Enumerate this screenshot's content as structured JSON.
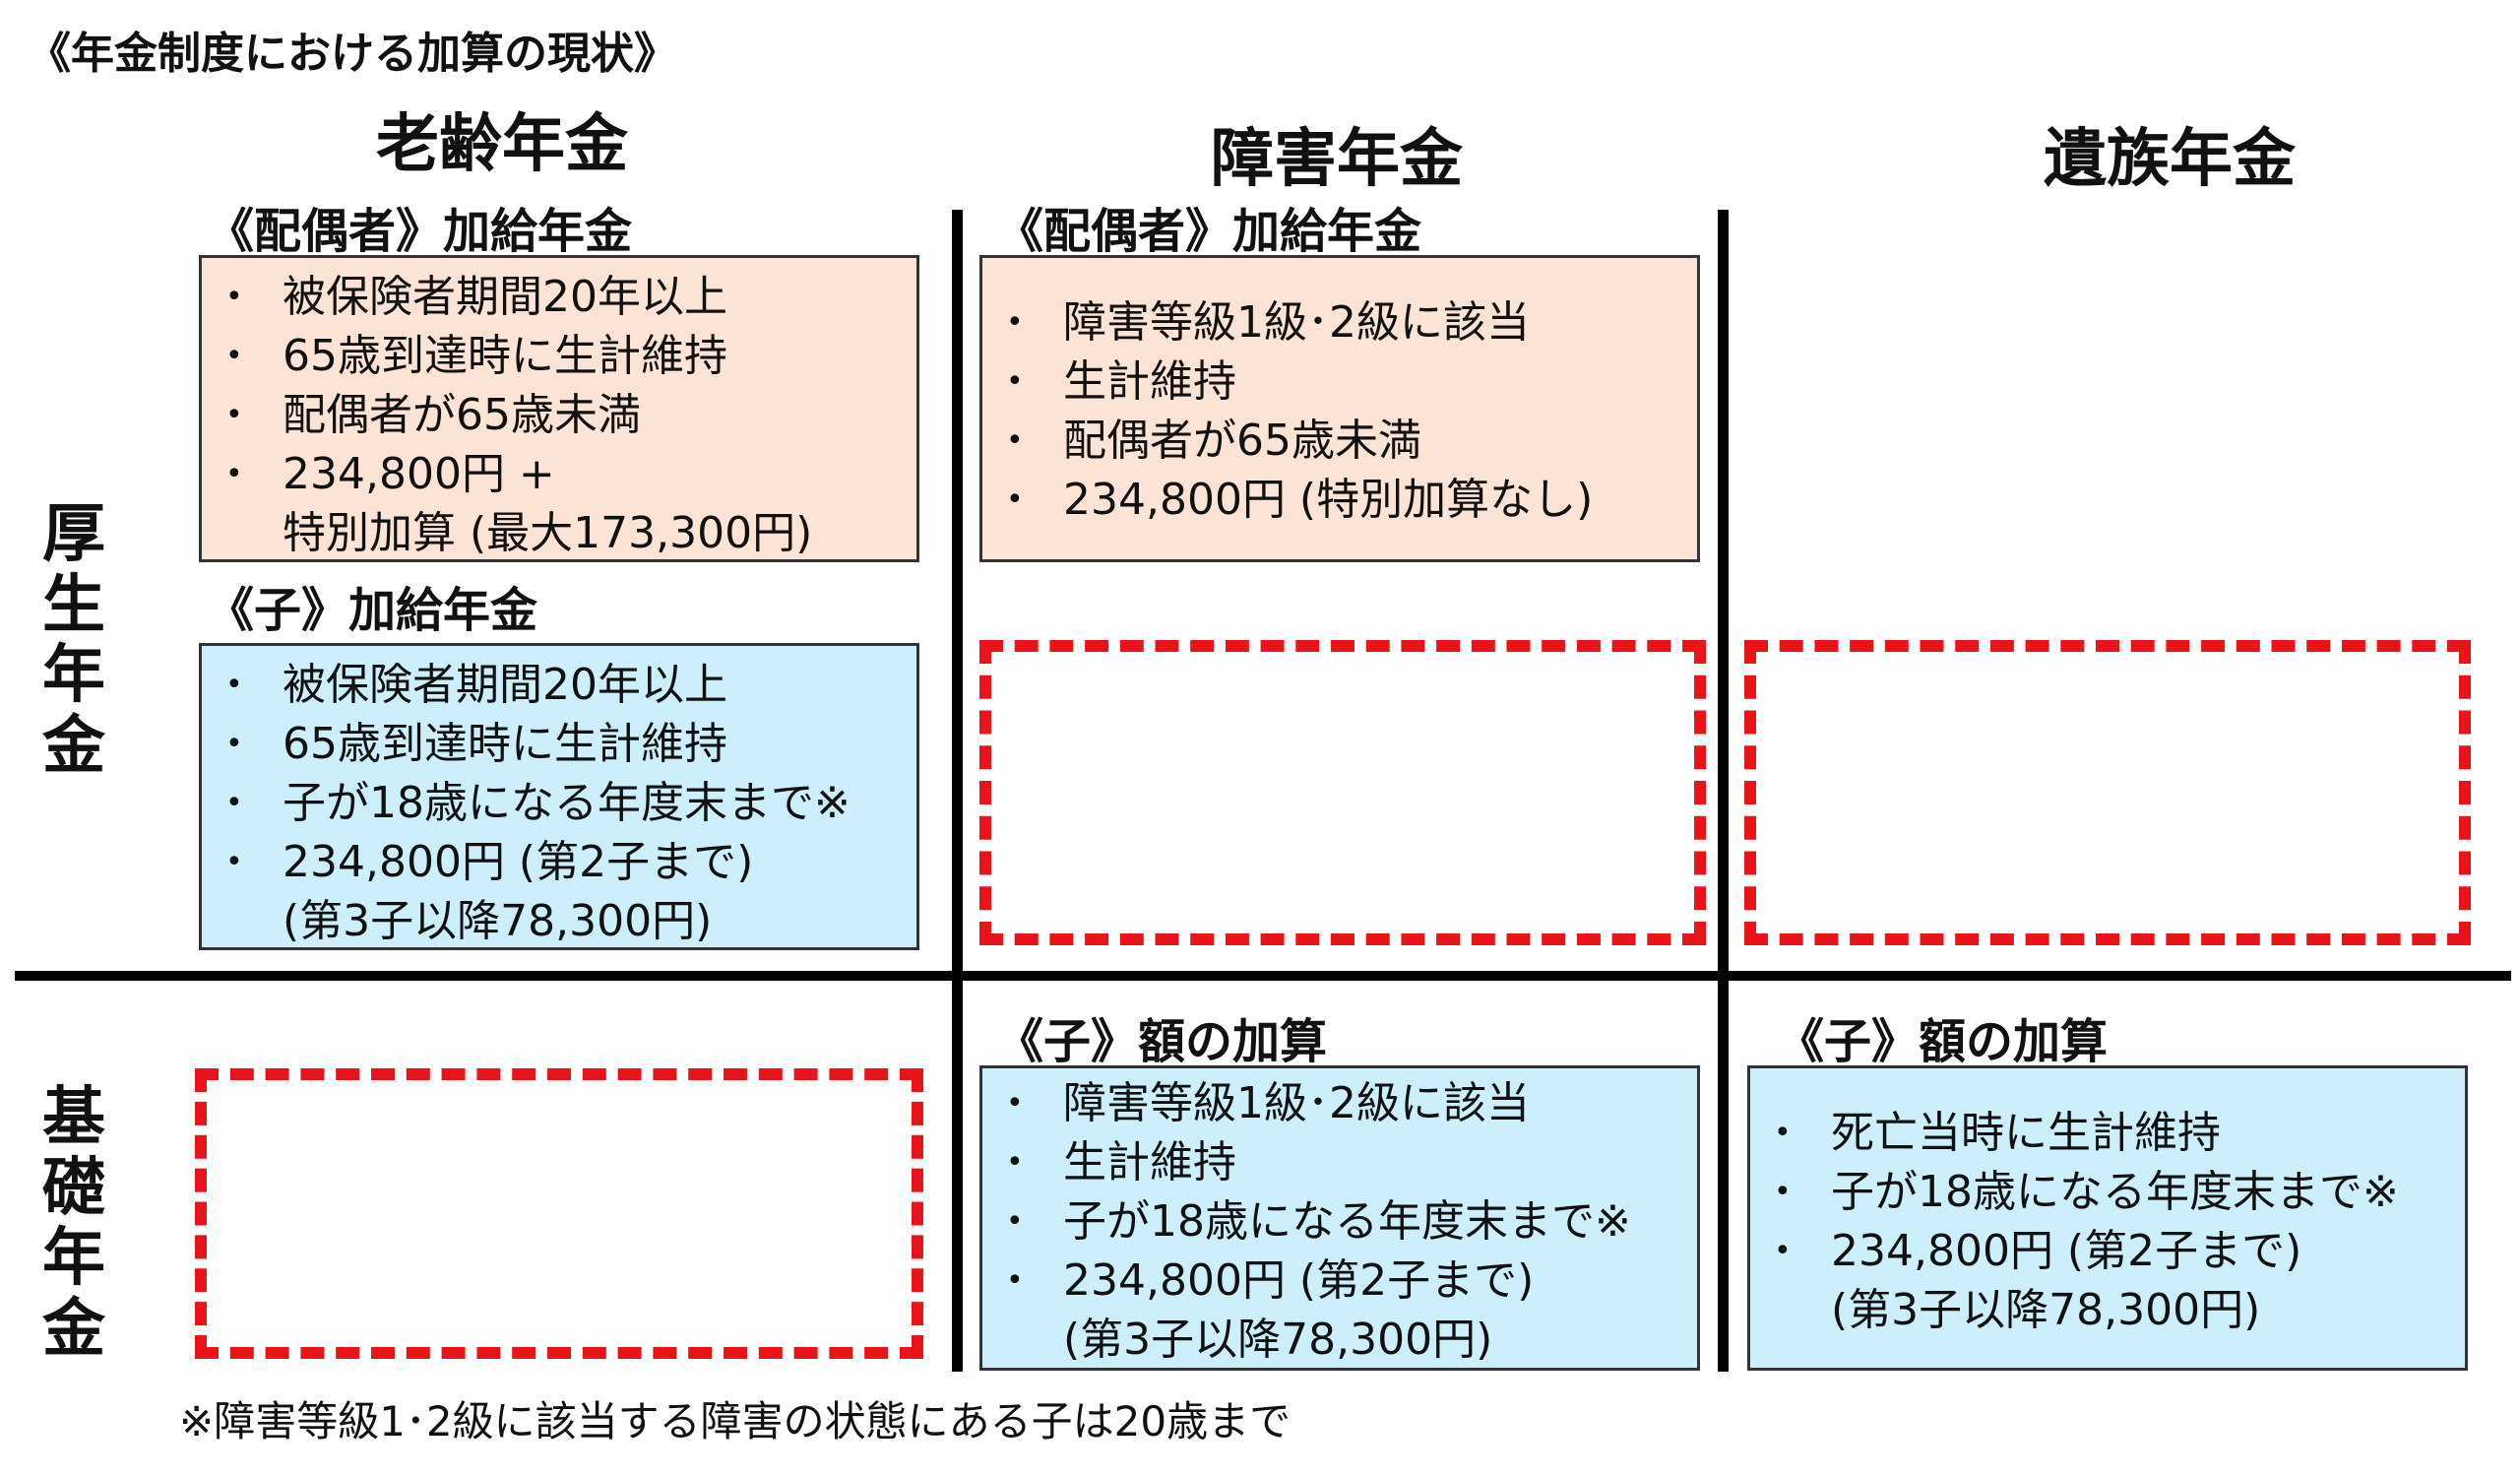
{
  "title": "《年金制度における加算の現状》",
  "columns": [
    "老齢年金",
    "障害年金",
    "遺族年金"
  ],
  "rows": {
    "kosei": [
      "厚",
      "生",
      "年",
      "金"
    ],
    "kiso": [
      "基",
      "礎",
      "年",
      "金"
    ]
  },
  "bullet": "•",
  "old_age": {
    "spouse": {
      "header": "《配偶者》加給年金",
      "items": [
        "被保険者期間20年以上",
        "65歳到達時に生計維持",
        "配偶者が65歳未満",
        "234,800円 +"
      ],
      "cont": "特別加算 (最大173,300円)"
    },
    "child": {
      "header": "《子》加給年金",
      "items": [
        "被保険者期間20年以上",
        "65歳到達時に生計維持",
        "子が18歳になる年度末まで※",
        "234,800円 (第2子まで)"
      ],
      "cont": "(第3子以降78,300円)"
    }
  },
  "disability": {
    "spouse": {
      "header": "《配偶者》加給年金",
      "items": [
        "障害等級1級･2級に該当",
        "生計維持",
        "配偶者が65歳未満",
        "234,800円 (特別加算なし)"
      ]
    },
    "child": {
      "header": "《子》額の加算",
      "items": [
        "障害等級1級･2級に該当",
        "生計維持",
        "子が18歳になる年度末まで※",
        "234,800円 (第2子まで)"
      ],
      "cont": "(第3子以降78,300円)"
    }
  },
  "survivor": {
    "child": {
      "header": "《子》額の加算",
      "items": [
        "死亡当時に生計維持",
        "子が18歳になる年度末まで※",
        "234,800円 (第2子まで)"
      ],
      "cont": "(第3子以降78,300円)"
    }
  },
  "footnote": "※障害等級1･2級に該当する障害の状態にある子は20歳まで",
  "colors": {
    "salmon": "#fbe3d6",
    "light_blue": "#cdeefb",
    "dashed_red": "#e8141a",
    "grid_line": "#000000"
  }
}
